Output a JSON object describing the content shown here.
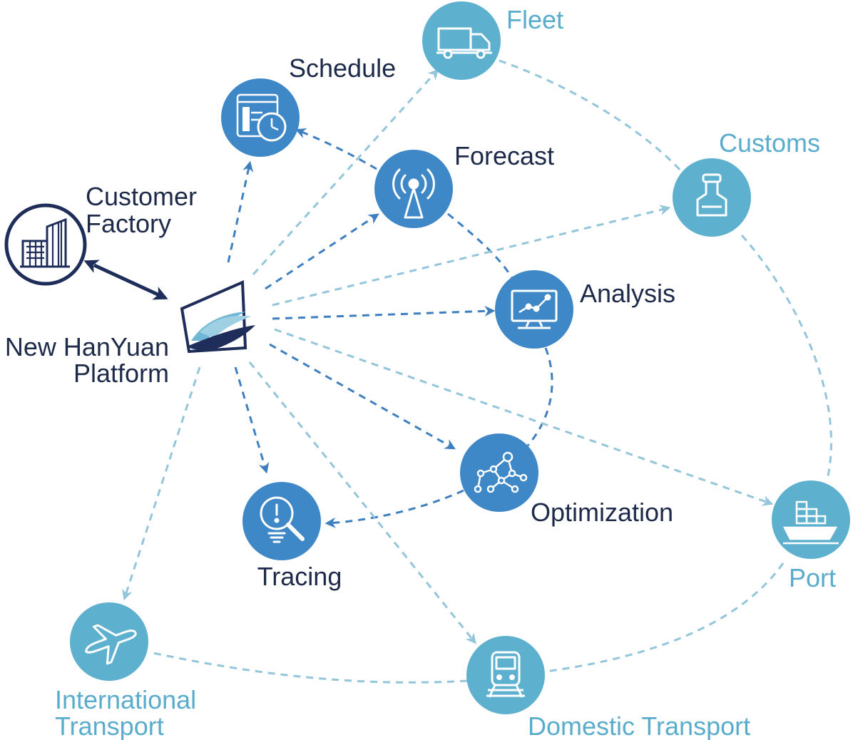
{
  "colors": {
    "navy": "#1e2d5a",
    "mid_blue": "#3f88c8",
    "light_blue": "#5eb0cf",
    "label_dark": "#1e2a4a",
    "label_light": "#5aaccc",
    "arrow_dark": "#3e7fc0",
    "arrow_light": "#93c6da"
  },
  "platform": {
    "label_line1": "New HanYuan",
    "label_line2": "Platform",
    "icon": "ship-sail-logo-icon"
  },
  "customer": {
    "label_line1": "Customer",
    "label_line2": "Factory",
    "icon": "factory-building-icon"
  },
  "nodes": {
    "schedule": {
      "label": "Schedule",
      "icon": "schedule-clock-icon"
    },
    "forecast": {
      "label": "Forecast",
      "icon": "radio-tower-icon"
    },
    "analysis": {
      "label": "Analysis",
      "icon": "monitor-chart-icon"
    },
    "optimization": {
      "label": "Optimization",
      "icon": "network-graph-icon"
    },
    "tracing": {
      "label": "Tracing",
      "icon": "magnifier-alert-icon"
    },
    "fleet": {
      "label": "Fleet",
      "icon": "truck-icon"
    },
    "customs": {
      "label": "Customs",
      "icon": "stamp-icon"
    },
    "port": {
      "label": "Port",
      "icon": "container-ship-icon"
    },
    "international": {
      "label_line1": "International",
      "label_line2": "Transport",
      "icon": "airplane-icon"
    },
    "domestic": {
      "label": "Domestic Transport",
      "icon": "train-icon"
    }
  }
}
